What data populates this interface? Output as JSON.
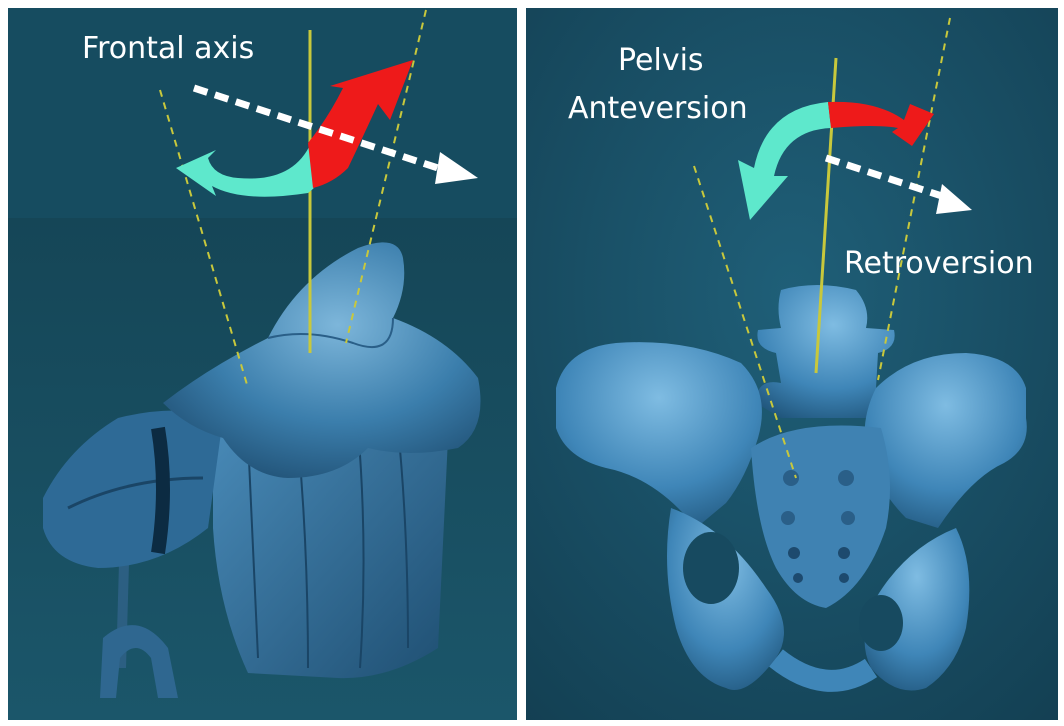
{
  "left_panel": {
    "label_frontal_axis": "Frontal axis"
  },
  "right_panel": {
    "label_pelvis": "Pelvis",
    "label_anteversion": "Anteversion",
    "label_retroversion": "Retroversion"
  },
  "colors": {
    "background_top": "#164a5e",
    "background_bottom": "#1e5a70",
    "model_blue": "#3d7fae",
    "model_highlight": "#7ab3d8",
    "axis_line": "#c8c83c",
    "arrow_teal": "#5ee8cc",
    "arrow_red": "#ee1a1a",
    "frontal_axis_arrow": "#ffffff"
  }
}
